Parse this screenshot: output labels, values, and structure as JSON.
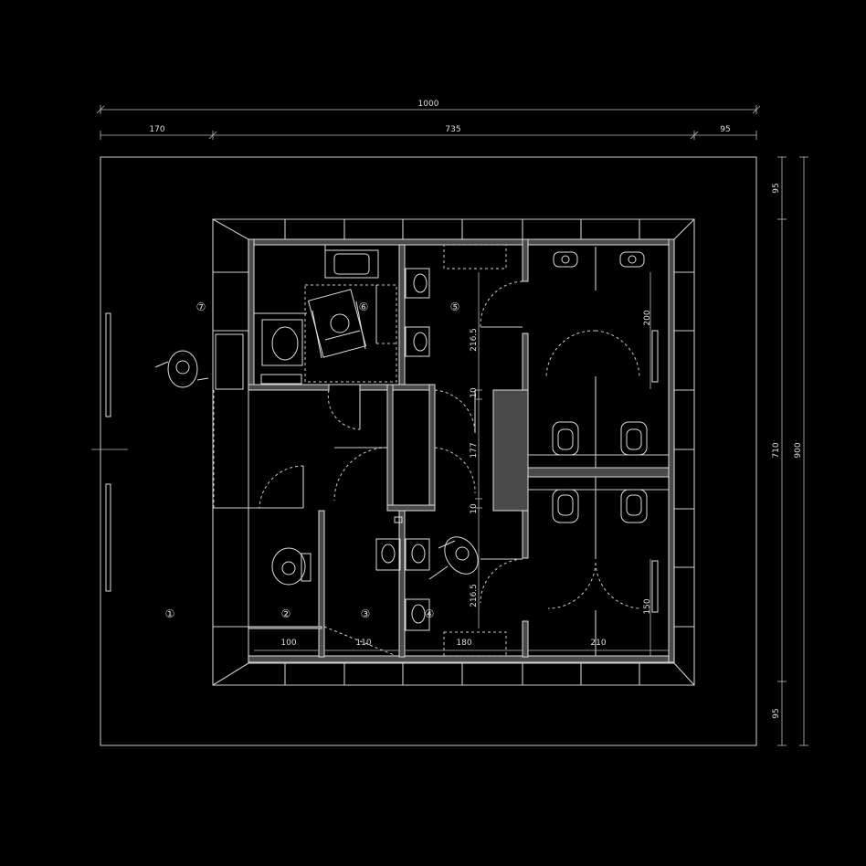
{
  "dimensions": {
    "overall_width": "1000",
    "left_offset": "170",
    "core_width": "735",
    "right_offset": "95",
    "top_margin": "95",
    "core_height": "710",
    "overall_height": "900",
    "bottom_margin": "95",
    "corridor_upper": "216.5",
    "wall_a": "10",
    "corridor_mid": "177",
    "wall_b": "10",
    "corridor_lower": "216.5",
    "stall_upper": "200",
    "stall_lower": "150",
    "room2_width": "100",
    "room3_width": "110",
    "room4_width": "180",
    "room_right_width": "210"
  },
  "rooms": {
    "r1": "①",
    "r2": "②",
    "r3": "③",
    "r4": "④",
    "r5": "⑤",
    "r6": "⑥",
    "r7": "⑦"
  },
  "colors": {
    "background": "#000000",
    "line": "#dddddd",
    "wall_fill": "#4a4a4a"
  }
}
